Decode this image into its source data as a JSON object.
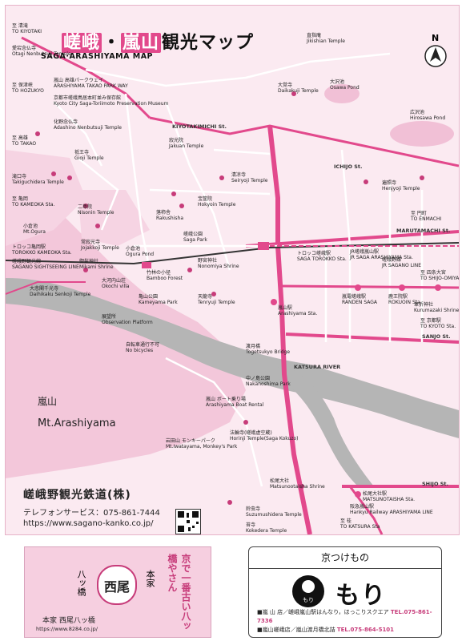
{
  "title": {
    "jp_prefix": "嵯峨",
    "jp_sep": "・",
    "jp_main_a": "嵐山",
    "jp_main_b": "観光マップ",
    "en": "SAGA·ARASHIYAMA MAP"
  },
  "north": "N",
  "colors": {
    "road": "#ffffff",
    "main_road": "#e2498c",
    "river": "#b5b5b5",
    "bg": "#fbeaf1",
    "green": "#f3c7da"
  },
  "mountain": {
    "jp": "嵐山",
    "en": "Mt.Arashiyama"
  },
  "company": {
    "name": "嵯峨野観光鉄道(株)",
    "tel": "テレフォンサービス：075-861-7444",
    "url": "https://www.sagano-kanko.co.jp/"
  },
  "streets": {
    "kiyotaki": "KIYOTAKIMICHI St.",
    "ichijo": "ICHIJO St.",
    "marutamachi": "MARUTAMACHI St.",
    "sanjo": "SANJO St.",
    "shijo": "SHIJO St.",
    "katsura": "KATSURA RIVER"
  },
  "places": [
    {
      "jp": "至 清滝",
      "en": "TO KIYOTAKI"
    },
    {
      "jp": "愛宕念仏寺",
      "en": "Otagi Nenbutsuji Temple"
    },
    {
      "jp": "嵐山 高雄パークウェイ",
      "en": "ARASHIYAMA TAKAO PARK WAY"
    },
    {
      "jp": "至 保津峡",
      "en": "TO HOZUKYO"
    },
    {
      "jp": "京都市嵯峨鳥居本町並み保存館",
      "en": "Kyoto City Saga-Toriimoto Preservation Museum"
    },
    {
      "jp": "化野念仏寺",
      "en": "Adashino Nenbutsuji Temple"
    },
    {
      "jp": "至 高雄",
      "en": "TO TAKAO"
    },
    {
      "jp": "祇王寺",
      "en": "Gioji Temple"
    },
    {
      "jp": "滝口寺",
      "en": "Takiguchidera Temple"
    },
    {
      "jp": "至 亀岡",
      "en": "TO KAMEOKA Sta."
    },
    {
      "jp": "二尊院",
      "en": "Nisonin Temple"
    },
    {
      "jp": "小倉池",
      "en": "Mt.Ogura"
    },
    {
      "jp": "常寂光寺",
      "en": "Jojakkoji Temple"
    },
    {
      "jp": "トロッコ亀岡駅",
      "en": "TOROKKO KAMEOKA Sta."
    },
    {
      "jp": "嵯峨野観光線",
      "en": "SAGANO SIGHTSEEING LINE"
    },
    {
      "jp": "御髪神社",
      "en": "Mikami Shrine"
    },
    {
      "jp": "小倉池",
      "en": "Ogura Pond"
    },
    {
      "jp": "大河内山荘",
      "en": "Okochi villa"
    },
    {
      "jp": "寂光院",
      "en": "Jakuan Temple"
    },
    {
      "jp": "落柿舎",
      "en": "Rakushisha"
    },
    {
      "jp": "宝筐院",
      "en": "Hokyoin Temple"
    },
    {
      "jp": "清凉寺",
      "en": "Seiryoji Temple"
    },
    {
      "jp": "嵯峨公園",
      "en": "Saga Park"
    },
    {
      "jp": "野宮神社",
      "en": "Nonomiya Shrine"
    },
    {
      "jp": "竹林の小径",
      "en": "Bamboo Forest"
    },
    {
      "jp": "天龍寺",
      "en": "Tenryuji Temple"
    },
    {
      "jp": "大悲閣千光寺",
      "en": "Daihikaku Senkoji Temple"
    },
    {
      "jp": "亀山公園",
      "en": "Kameyama Park"
    },
    {
      "jp": "展望所",
      "en": "Observation Platform"
    },
    {
      "jp": "自転車通行不可",
      "en": "No bicycles"
    },
    {
      "jp": "嵐山駅",
      "en": "Arashiyama Sta."
    },
    {
      "jp": "渡月橋",
      "en": "Togetsukyo Bridge"
    },
    {
      "jp": "中ノ島公園",
      "en": "Nakanoshima Park"
    },
    {
      "jp": "嵐山 ボート乗り場",
      "en": "Arashiyama Boat Rental"
    },
    {
      "jp": "法輪寺(嵯峨虚空蔵)",
      "en": "Horinji Temple(Saga Kokuzo)"
    },
    {
      "jp": "岩田山 モンキーパーク",
      "en": "Mt.Iwatayama, Monkey's Park"
    },
    {
      "jp": "松尾大社",
      "en": "Matsunootaisha Shrine"
    },
    {
      "jp": "鈴虫寺",
      "en": "Suzumushidera Temple"
    },
    {
      "jp": "苔寺",
      "en": "Kokedera Temple"
    },
    {
      "jp": "大覚寺",
      "en": "Daikakuji Temple"
    },
    {
      "jp": "大沢池",
      "en": "Osawa Pond"
    },
    {
      "jp": "広沢池",
      "en": "Hirosawa Pond"
    },
    {
      "jp": "直指庵",
      "en": "Jikishian Temple"
    },
    {
      "jp": "遍照寺",
      "en": "Henjyoji Temple"
    },
    {
      "jp": "至 円町",
      "en": "TO ENMACHI"
    },
    {
      "jp": "JR嵯峨嵐山駅",
      "en": "JR SAGA ARASHIYAMA Sta."
    },
    {
      "jp": "嵯峨野線",
      "en": "JR SAGANO LINE"
    },
    {
      "jp": "トロッコ嵯峨駅",
      "en": "SAGA TOROKKO Sta."
    },
    {
      "jp": "嵐電嵯峨駅",
      "en": "RANDEN SAGA"
    },
    {
      "jp": "鹿王院駅",
      "en": "ROKUOIN Sta."
    },
    {
      "jp": "車折神社",
      "en": "Kurumazaki Shrine"
    },
    {
      "jp": "至 四条大宮",
      "en": "TO SHIJO-OMIYA"
    },
    {
      "jp": "至 京都駅",
      "en": "TO KYOTO Sta."
    },
    {
      "jp": "至 桂",
      "en": "TO KATSURA Sta"
    },
    {
      "jp": "松尾大社駅",
      "en": "MATSUNOTAISHA Sta."
    },
    {
      "jp": "阪急嵐山駅",
      "en": "Hankyu Railway ARASHIYAMA LINE"
    }
  ],
  "ads": {
    "left": {
      "title_jp": "西尾",
      "side_a": "八ッ橋",
      "side_b": "本家",
      "slogan": "京で一番古い八ッ橋やさん",
      "shop": "本家 西尾八ッ橋",
      "url": "https://www.8284.co.jp/"
    },
    "right": {
      "head": "京つけもの",
      "brand_jp": "もり",
      "seal": "もり",
      "shop1": "■嵐 山 店／嵯峨嵐山駅はんなり，ほっこりスクエア",
      "tel1": "TEL.075-861-7336",
      "shop2": "■嵐山嵯峨店／嵐山渡月橋北詰",
      "tel2": "TEL.075-864-5101"
    }
  }
}
